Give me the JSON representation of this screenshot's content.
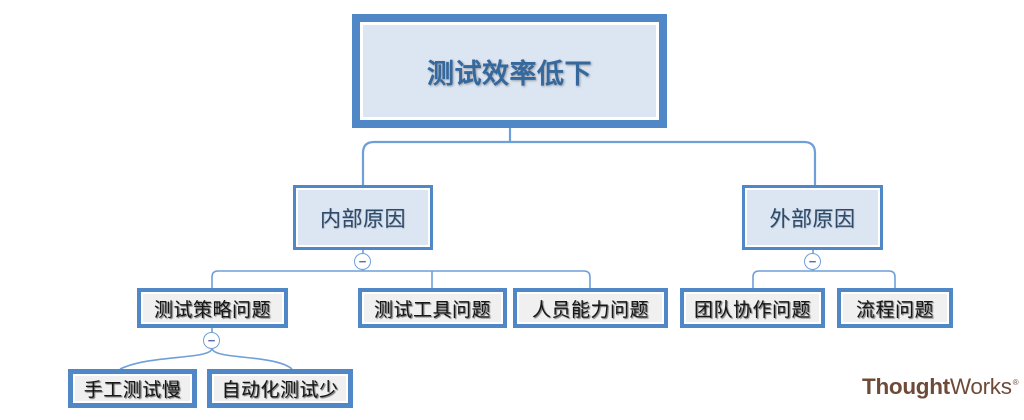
{
  "diagram": {
    "root": {
      "label": "测试效率低下"
    },
    "branches": [
      {
        "label": "内部原因",
        "children": [
          {
            "label": "测试策略问题",
            "children": [
              {
                "label": "手工测试慢"
              },
              {
                "label": "自动化测试少"
              }
            ]
          },
          {
            "label": "测试工具问题"
          },
          {
            "label": "人员能力问题"
          }
        ]
      },
      {
        "label": "外部原因",
        "children": [
          {
            "label": "团队协作问题"
          },
          {
            "label": "流程问题"
          }
        ]
      }
    ],
    "collapse_icon": "−"
  },
  "logo": {
    "bold": "Thought",
    "regular": "Works",
    "mark": "®"
  },
  "colors": {
    "node_border": "#4f87c7",
    "node_fill_blue": "#dce5f2",
    "node_fill_gray": "#f0f0f0",
    "connector": "#6f9fd8",
    "root_text": "#35689d",
    "branch_text": "#2e4a68",
    "leaf_text": "#161616",
    "toggle_glyph": "#5c6bac",
    "logo_text": "#6e4b39"
  }
}
